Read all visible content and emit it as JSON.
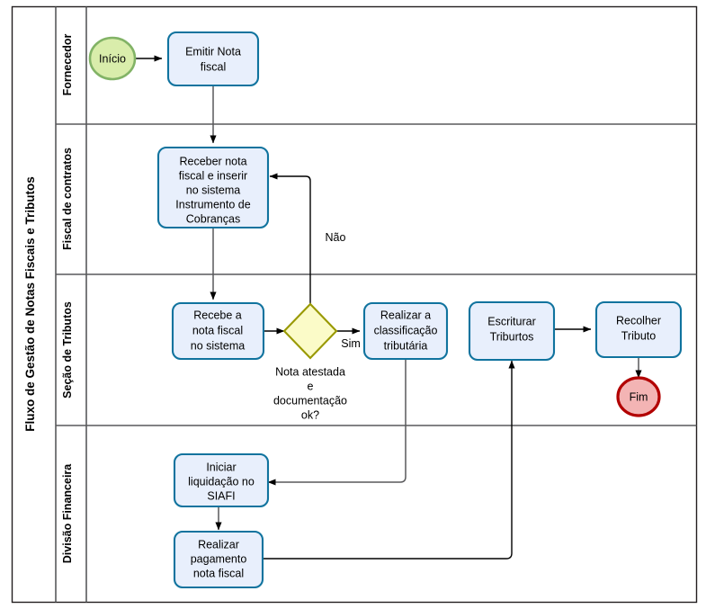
{
  "diagram": {
    "pool_title": "Fluxo de Gestão de Notas Fiscais e Tributos",
    "type": "bpmn-swimlane-flowchart",
    "lanes": [
      {
        "id": "fornecedor",
        "label": "Fornecedor"
      },
      {
        "id": "fiscal",
        "label": "Fiscal de contratos"
      },
      {
        "id": "tributos",
        "label": "Seção de Tributos"
      },
      {
        "id": "financeira",
        "label": "Divisão Financeira"
      }
    ],
    "nodes": [
      {
        "id": "inicio",
        "type": "start-event",
        "lane": "fornecedor",
        "label": "Início"
      },
      {
        "id": "emitir",
        "type": "task",
        "lane": "fornecedor",
        "label": "Emitir Nota fiscal",
        "lines": [
          "Emitir Nota",
          "fiscal"
        ]
      },
      {
        "id": "receber",
        "type": "task",
        "lane": "fiscal",
        "label": "Receber nota fiscal e inserir no sistema Instrumento de Cobranças",
        "lines": [
          "Receber nota",
          "fiscal e inserir",
          "no sistema",
          "Instrumento de",
          "Cobranças"
        ]
      },
      {
        "id": "recebe",
        "type": "task",
        "lane": "tributos",
        "label": "Recebe a nota fiscal no sistema",
        "lines": [
          "Recebe a",
          "nota fiscal",
          "no sistema"
        ]
      },
      {
        "id": "gateway",
        "type": "gateway",
        "lane": "tributos",
        "label": "Nota atestada e documentação ok?",
        "lines": [
          "Nota atestada",
          "e",
          "documentação",
          "ok?"
        ]
      },
      {
        "id": "classificar",
        "type": "task",
        "lane": "tributos",
        "label": "Realizar a classificação tributária",
        "lines": [
          "Realizar a",
          "classificação",
          "tributária"
        ]
      },
      {
        "id": "escriturar",
        "type": "task",
        "lane": "tributos",
        "label": "Escriturar Triburtos",
        "lines": [
          "Escriturar",
          "Triburtos"
        ]
      },
      {
        "id": "recolher",
        "type": "task",
        "lane": "tributos",
        "label": "Recolher Tributo",
        "lines": [
          "Recolher",
          "Tributo"
        ]
      },
      {
        "id": "fim",
        "type": "end-event",
        "lane": "tributos",
        "label": "Fim"
      },
      {
        "id": "liquidar",
        "type": "task",
        "lane": "financeira",
        "label": "Iniciar liquidação no SIAFI",
        "lines": [
          "Iniciar",
          "liquidação no",
          "SIAFI"
        ]
      },
      {
        "id": "pagar",
        "type": "task",
        "lane": "financeira",
        "label": "Realizar pagamento nota fiscal",
        "lines": [
          "Realizar",
          "pagamento",
          "nota fiscal"
        ]
      }
    ],
    "edges": [
      {
        "from": "inicio",
        "to": "emitir",
        "label": ""
      },
      {
        "from": "emitir",
        "to": "receber",
        "label": ""
      },
      {
        "from": "receber",
        "to": "recebe",
        "label": ""
      },
      {
        "from": "recebe",
        "to": "gateway",
        "label": ""
      },
      {
        "from": "gateway",
        "to": "receber",
        "label": "Não"
      },
      {
        "from": "gateway",
        "to": "classificar",
        "label": "Sim"
      },
      {
        "from": "classificar",
        "to": "liquidar",
        "label": ""
      },
      {
        "from": "liquidar",
        "to": "pagar",
        "label": ""
      },
      {
        "from": "pagar",
        "to": "escriturar",
        "label": ""
      },
      {
        "from": "escriturar",
        "to": "recolher",
        "label": ""
      },
      {
        "from": "recolher",
        "to": "fim",
        "label": ""
      }
    ],
    "edge_labels": {
      "nao": "Não",
      "sim": "Sim"
    },
    "colors": {
      "task_fill": "#e8effc",
      "task_stroke": "#10739e",
      "gateway_fill": "#fbfbc8",
      "gateway_stroke": "#999900",
      "start_fill": "#d9edab",
      "start_stroke": "#82b366",
      "end_fill": "#f3b4b4",
      "end_stroke": "#b20000",
      "frame_stroke": "#58595b",
      "background": "#ffffff"
    }
  }
}
